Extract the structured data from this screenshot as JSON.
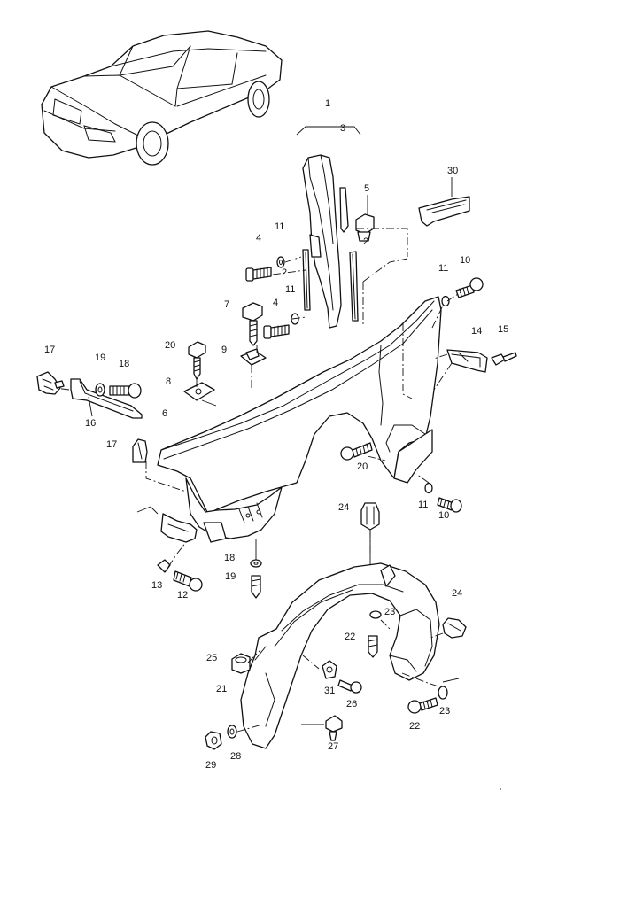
{
  "diagram": {
    "callouts": [
      {
        "id": "1",
        "label": "1"
      },
      {
        "id": "3",
        "label": "3"
      },
      {
        "id": "30",
        "label": "30"
      },
      {
        "id": "5",
        "label": "5"
      },
      {
        "id": "11a",
        "label": "11"
      },
      {
        "id": "4a",
        "label": "4"
      },
      {
        "id": "2a",
        "label": "2"
      },
      {
        "id": "2b",
        "label": "2"
      },
      {
        "id": "11b",
        "label": "11"
      },
      {
        "id": "10a",
        "label": "10"
      },
      {
        "id": "11c",
        "label": "11"
      },
      {
        "id": "7",
        "label": "7"
      },
      {
        "id": "4b",
        "label": "4"
      },
      {
        "id": "20a",
        "label": "20"
      },
      {
        "id": "9",
        "label": "9"
      },
      {
        "id": "14",
        "label": "14"
      },
      {
        "id": "15",
        "label": "15"
      },
      {
        "id": "17a",
        "label": "17"
      },
      {
        "id": "19a",
        "label": "19"
      },
      {
        "id": "18a",
        "label": "18"
      },
      {
        "id": "8",
        "label": "8"
      },
      {
        "id": "16",
        "label": "16"
      },
      {
        "id": "6",
        "label": "6"
      },
      {
        "id": "17b",
        "label": "17"
      },
      {
        "id": "20b",
        "label": "20"
      },
      {
        "id": "11d",
        "label": "11"
      },
      {
        "id": "10b",
        "label": "10"
      },
      {
        "id": "24a",
        "label": "24"
      },
      {
        "id": "18b",
        "label": "18"
      },
      {
        "id": "19b",
        "label": "19"
      },
      {
        "id": "13",
        "label": "13"
      },
      {
        "id": "12",
        "label": "12"
      },
      {
        "id": "24b",
        "label": "24"
      },
      {
        "id": "23a",
        "label": "23"
      },
      {
        "id": "22a",
        "label": "22"
      },
      {
        "id": "25",
        "label": "25"
      },
      {
        "id": "21",
        "label": "21"
      },
      {
        "id": "31",
        "label": "31"
      },
      {
        "id": "26",
        "label": "26"
      },
      {
        "id": "23b",
        "label": "23"
      },
      {
        "id": "22b",
        "label": "22"
      },
      {
        "id": "27",
        "label": "27"
      },
      {
        "id": "28",
        "label": "28"
      },
      {
        "id": "29",
        "label": "29"
      }
    ]
  }
}
